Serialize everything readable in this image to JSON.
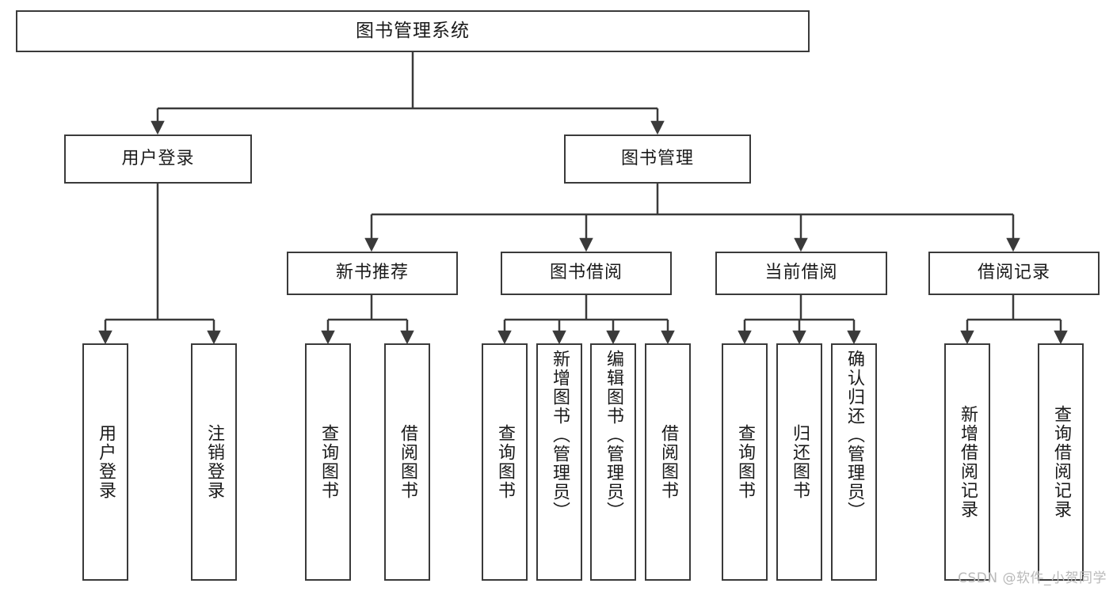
{
  "diagram": {
    "type": "tree-hierarchy",
    "title": "图书管理系统",
    "root": {
      "id": "root",
      "label": "图书管理系统"
    },
    "level2": [
      {
        "id": "user-login",
        "label": "用户登录"
      },
      {
        "id": "book-manage",
        "label": "图书管理"
      }
    ],
    "level3": [
      {
        "id": "new-book-recommend",
        "label": "新书推荐",
        "parent": "book-manage"
      },
      {
        "id": "book-borrow",
        "label": "图书借阅",
        "parent": "book-manage"
      },
      {
        "id": "current-borrow",
        "label": "当前借阅",
        "parent": "book-manage"
      },
      {
        "id": "borrow-record",
        "label": "借阅记录",
        "parent": "book-manage"
      }
    ],
    "leaves": [
      {
        "id": "leaf-user-login",
        "label": "用户登录",
        "parent": "user-login"
      },
      {
        "id": "leaf-logout-login",
        "label": "注销登录",
        "parent": "user-login"
      },
      {
        "id": "leaf-query-book-1",
        "label": "查询图书",
        "parent": "new-book-recommend"
      },
      {
        "id": "leaf-borrow-book-1",
        "label": "借阅图书",
        "parent": "new-book-recommend"
      },
      {
        "id": "leaf-query-book-2",
        "label": "查询图书",
        "parent": "book-borrow"
      },
      {
        "id": "leaf-add-book",
        "label": "新增图书（管理员）",
        "parent": "book-borrow"
      },
      {
        "id": "leaf-edit-book",
        "label": "编辑图书（管理员）",
        "parent": "book-borrow"
      },
      {
        "id": "leaf-borrow-book-2",
        "label": "借阅图书",
        "parent": "book-borrow"
      },
      {
        "id": "leaf-query-book-3",
        "label": "查询图书",
        "parent": "current-borrow"
      },
      {
        "id": "leaf-return-book",
        "label": "归还图书",
        "parent": "current-borrow"
      },
      {
        "id": "leaf-confirm-return",
        "label": "确认归还（管理员）",
        "parent": "current-borrow"
      },
      {
        "id": "leaf-add-record",
        "label": "新增借阅记录",
        "parent": "borrow-record"
      },
      {
        "id": "leaf-query-record",
        "label": "查询借阅记录",
        "parent": "borrow-record"
      }
    ]
  },
  "watermark": {
    "text": "CSDN @软件_小贺同学"
  },
  "colors": {
    "stroke": "#3a3a3a",
    "fill": "#ffffff",
    "text": "#1a1a1a",
    "watermark": "#b9b9b9"
  }
}
